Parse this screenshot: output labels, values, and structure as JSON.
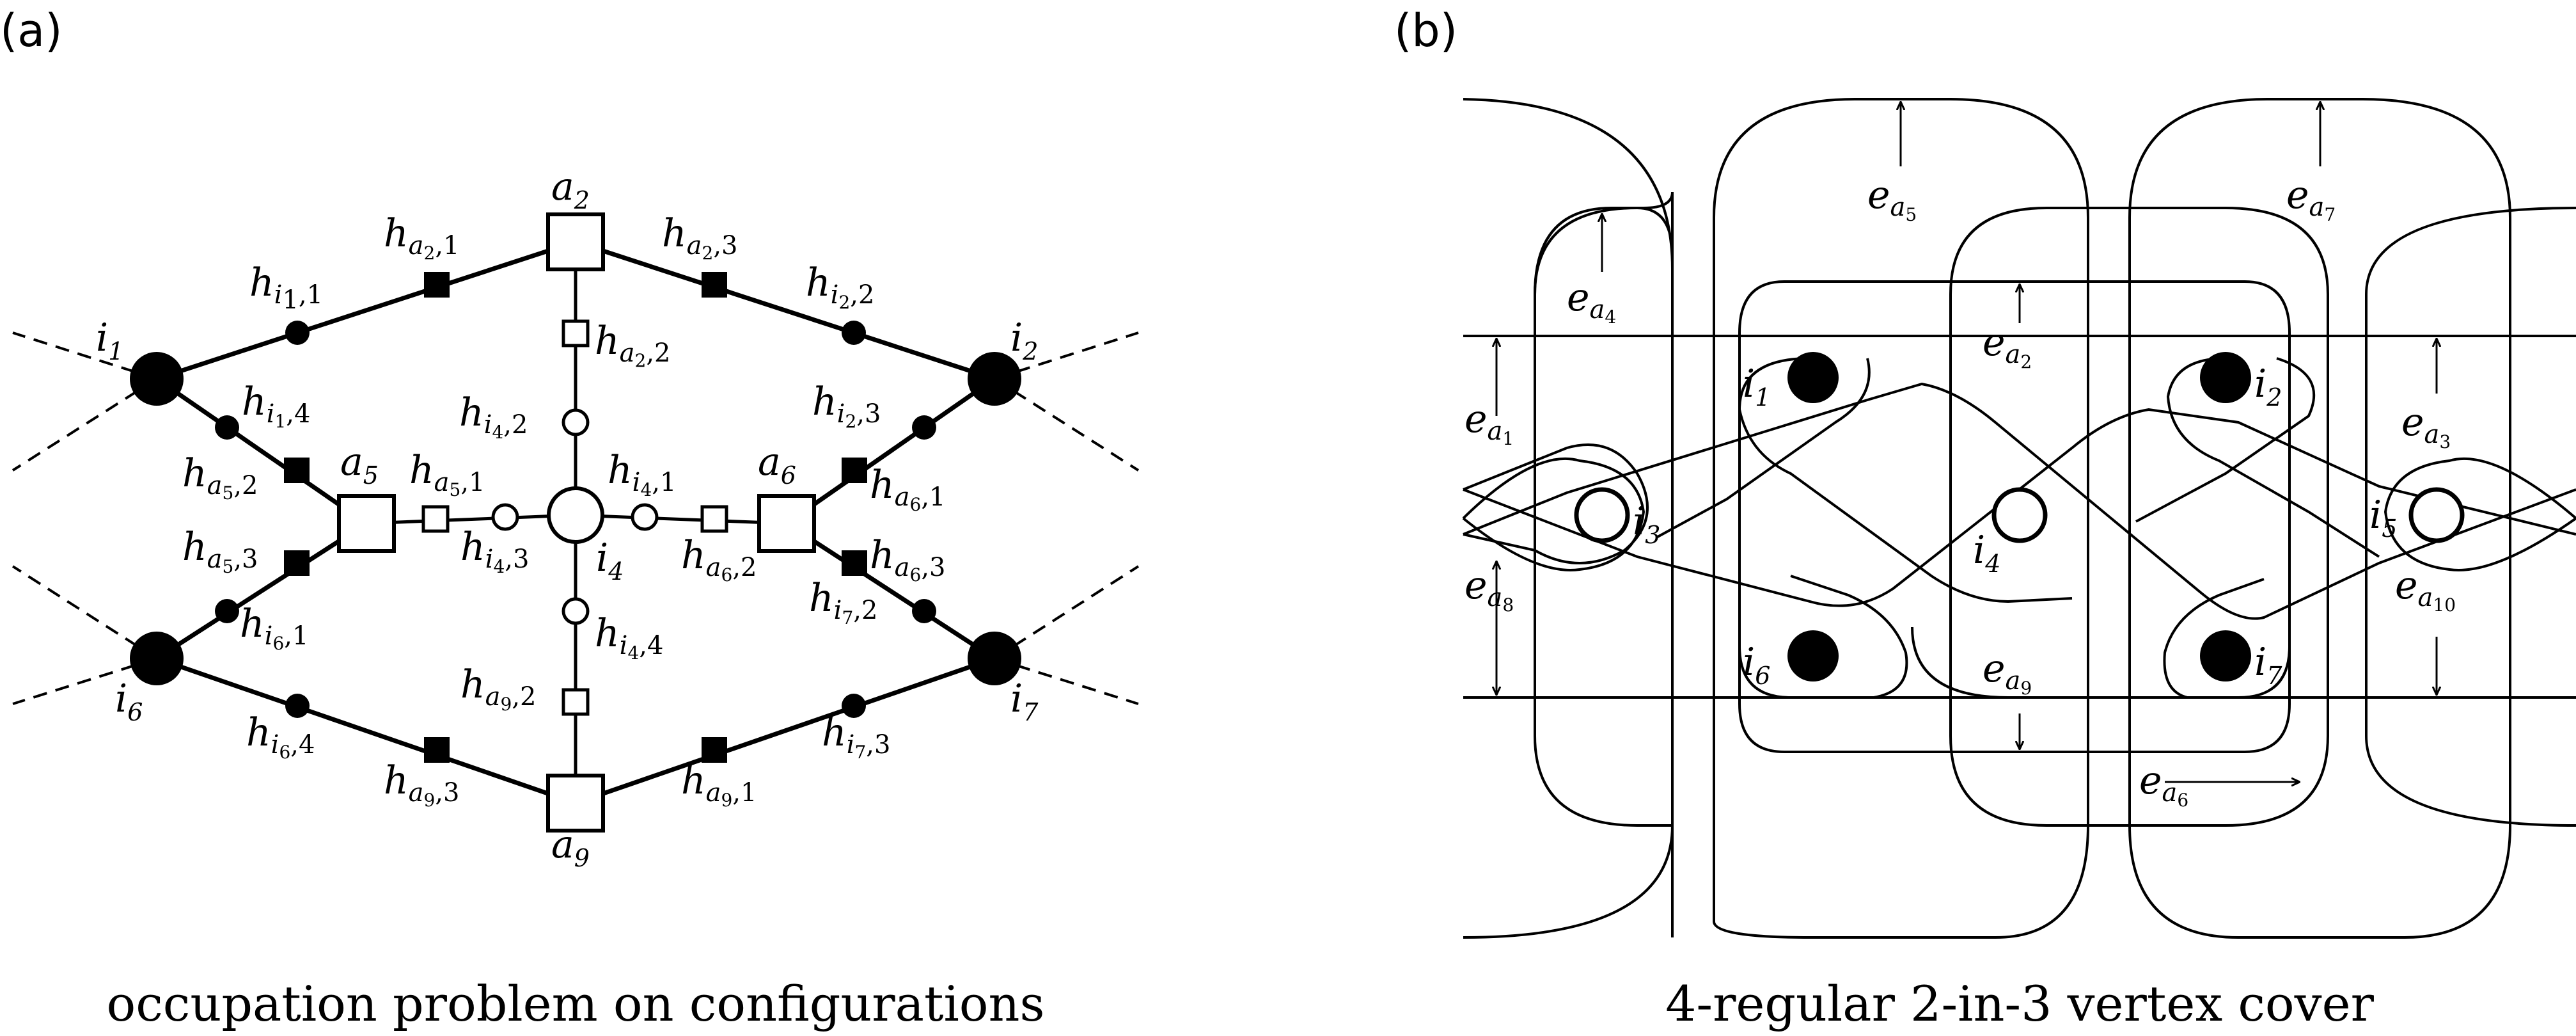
{
  "panel_a": {
    "tag": "(a)",
    "caption": "occupation problem on configurations",
    "colors": {
      "stroke": "#000000",
      "fill_black": "#000000",
      "fill_white": "#ffffff"
    },
    "node_labels": {
      "a2": {
        "base": "a",
        "sub": "2"
      },
      "a5": {
        "base": "a",
        "sub": "5"
      },
      "a6": {
        "base": "a",
        "sub": "6"
      },
      "a9": {
        "base": "a",
        "sub": "9"
      },
      "i1": {
        "base": "i",
        "sub": "1"
      },
      "i2": {
        "base": "i",
        "sub": "2"
      },
      "i4": {
        "base": "i",
        "sub": "4"
      },
      "i6": {
        "base": "i",
        "sub": "6"
      },
      "i7": {
        "base": "i",
        "sub": "7"
      }
    },
    "half_edge_labels": {
      "h_i1_1": {
        "base": "h",
        "sub1": "i",
        "sub2": "1",
        "idx": ",1"
      },
      "h_a2_1": {
        "base": "h",
        "sub1": "a",
        "sub2": "2",
        "idx": ",1"
      },
      "h_a2_3": {
        "base": "h",
        "sub1": "a",
        "sub2": "2",
        "idx": ",3"
      },
      "h_i2_2": {
        "base": "h",
        "sub1": "i",
        "sub2": "2",
        "idx": ",2"
      },
      "h_a2_2": {
        "base": "h",
        "sub1": "a",
        "sub2": "2",
        "idx": ",2"
      },
      "h_i4_2": {
        "base": "h",
        "sub1": "i",
        "sub2": "4",
        "idx": ",2"
      },
      "h_i1_4": {
        "base": "h",
        "sub1": "i",
        "sub2": "1",
        "idx": ",4"
      },
      "h_i2_3": {
        "base": "h",
        "sub1": "i",
        "sub2": "2",
        "idx": ",3"
      },
      "h_a5_2": {
        "base": "h",
        "sub1": "a",
        "sub2": "5",
        "idx": ",2"
      },
      "h_a5_1": {
        "base": "h",
        "sub1": "a",
        "sub2": "5",
        "idx": ",1"
      },
      "h_i4_1": {
        "base": "h",
        "sub1": "i",
        "sub2": "4",
        "idx": ",1"
      },
      "h_a6_1": {
        "base": "h",
        "sub1": "a",
        "sub2": "6",
        "idx": ",1"
      },
      "h_i4_3": {
        "base": "h",
        "sub1": "i",
        "sub2": "4",
        "idx": ",3"
      },
      "h_a6_2": {
        "base": "h",
        "sub1": "a",
        "sub2": "6",
        "idx": ",2"
      },
      "h_a5_3": {
        "base": "h",
        "sub1": "a",
        "sub2": "5",
        "idx": ",3"
      },
      "h_a6_3": {
        "base": "h",
        "sub1": "a",
        "sub2": "6",
        "idx": ",3"
      },
      "h_i6_1": {
        "base": "h",
        "sub1": "i",
        "sub2": "6",
        "idx": ",1"
      },
      "h_i7_2": {
        "base": "h",
        "sub1": "i",
        "sub2": "7",
        "idx": ",2"
      },
      "h_i4_4": {
        "base": "h",
        "sub1": "i",
        "sub2": "4",
        "idx": ",4"
      },
      "h_a9_2": {
        "base": "h",
        "sub1": "a",
        "sub2": "9",
        "idx": ",2"
      },
      "h_i6_4": {
        "base": "h",
        "sub1": "i",
        "sub2": "6",
        "idx": ",4"
      },
      "h_a9_3": {
        "base": "h",
        "sub1": "a",
        "sub2": "9",
        "idx": ",3"
      },
      "h_a9_1": {
        "base": "h",
        "sub1": "a",
        "sub2": "9",
        "idx": ",1"
      },
      "h_i7_3": {
        "base": "h",
        "sub1": "i",
        "sub2": "7",
        "idx": ",3"
      }
    }
  },
  "panel_b": {
    "tag": "(b)",
    "caption": "4-regular 2-in-3 vertex cover",
    "node_labels": {
      "i1": {
        "base": "i",
        "sub": "1"
      },
      "i2": {
        "base": "i",
        "sub": "2"
      },
      "i3": {
        "base": "i",
        "sub": "3"
      },
      "i4": {
        "base": "i",
        "sub": "4"
      },
      "i5": {
        "base": "i",
        "sub": "5"
      },
      "i6": {
        "base": "i",
        "sub": "6"
      },
      "i7": {
        "base": "i",
        "sub": "7"
      }
    },
    "edge_labels": {
      "e_a1": {
        "base": "e",
        "sub1": "a",
        "sub2": "1"
      },
      "e_a2": {
        "base": "e",
        "sub1": "a",
        "sub2": "2"
      },
      "e_a3": {
        "base": "e",
        "sub1": "a",
        "sub2": "3"
      },
      "e_a4": {
        "base": "e",
        "sub1": "a",
        "sub2": "4"
      },
      "e_a5": {
        "base": "e",
        "sub1": "a",
        "sub2": "5"
      },
      "e_a6": {
        "base": "e",
        "sub1": "a",
        "sub2": "6"
      },
      "e_a7": {
        "base": "e",
        "sub1": "a",
        "sub2": "7"
      },
      "e_a8": {
        "base": "e",
        "sub1": "a",
        "sub2": "8"
      },
      "e_a9": {
        "base": "e",
        "sub1": "a",
        "sub2": "9"
      },
      "e_a10": {
        "base": "e",
        "sub1": "a",
        "sub2": "10"
      }
    }
  }
}
